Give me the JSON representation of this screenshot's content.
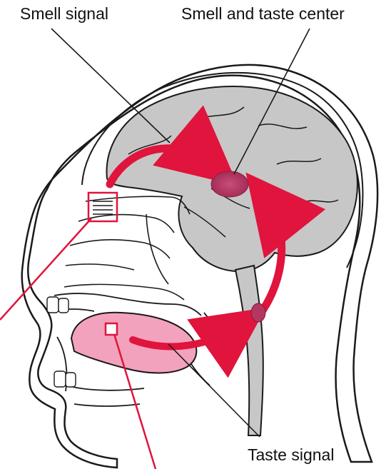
{
  "labels": {
    "smell_signal": "Smell signal",
    "smell_taste_center": "Smell and taste center",
    "taste_signal": "Taste signal"
  },
  "colors": {
    "accent_red": "#e0143c",
    "brain_gray": "#c7c7c7",
    "tongue_pink": "#f3a2bd",
    "center_dot": "#b3375f",
    "outline": "#1a1a1a"
  },
  "icons": {
    "smell_arrow": "curved-arrow",
    "taste_arrow": "curved-arrow"
  }
}
